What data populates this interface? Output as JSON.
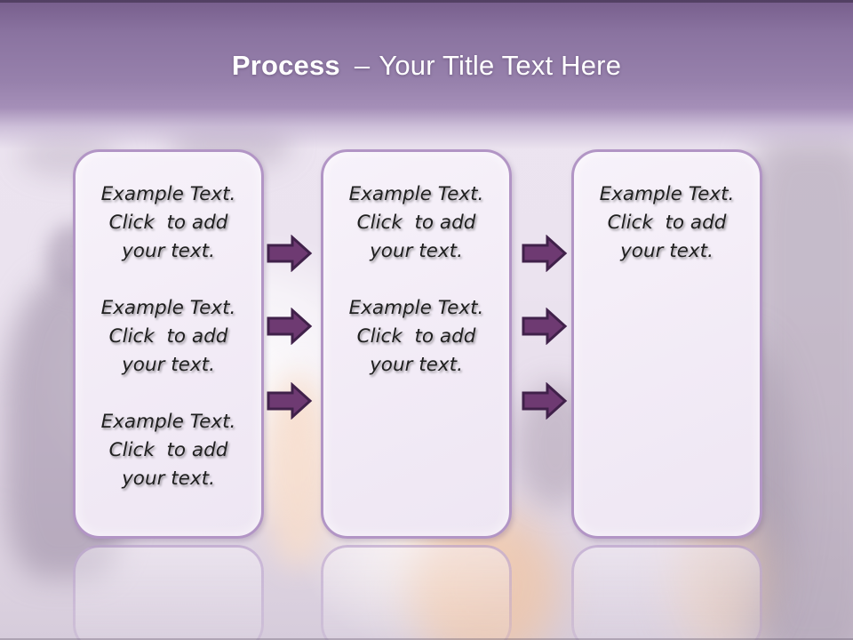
{
  "title": {
    "keyword": "Process",
    "separator": "–",
    "rest": "Your Title Text Here"
  },
  "columns": [
    {
      "blocks": [
        "Example Text.\nClick  to add\nyour text.",
        "Example Text.\nClick  to add\nyour text.",
        "Example Text.\nClick  to add\nyour text."
      ]
    },
    {
      "blocks": [
        "Example Text.\nClick  to add\nyour text.",
        "Example Text.\nClick  to add\nyour text."
      ]
    },
    {
      "blocks": [
        "Example Text.\nClick  to add\nyour text."
      ]
    }
  ],
  "arrows": {
    "between_columns_1_2": 3,
    "between_columns_2_3": 3,
    "direction": "right"
  },
  "colors": {
    "header_top": "#775e8c",
    "header_bottom": "#a58fb8",
    "title_text": "#ffffff",
    "box_fill": "#f2ebf6",
    "box_border": "#b295c5",
    "arrow_fill": "#6e3a72",
    "arrow_outline": "#40214a",
    "body_text": "#1f1f1f"
  }
}
